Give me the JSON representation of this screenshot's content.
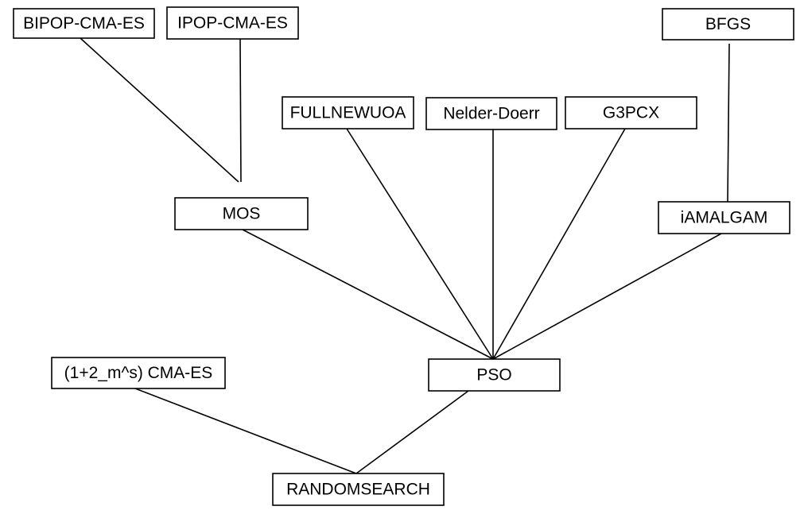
{
  "nodes": [
    {
      "id": "bipop",
      "label": "BIPOP-CMA-ES"
    },
    {
      "id": "ipop",
      "label": "IPOP-CMA-ES"
    },
    {
      "id": "bfgs",
      "label": "BFGS"
    },
    {
      "id": "fullnewuoa",
      "label": "FULLNEWUOA"
    },
    {
      "id": "nelder",
      "label": "Nelder-Doerr"
    },
    {
      "id": "g3pcx",
      "label": "G3PCX"
    },
    {
      "id": "mos",
      "label": "MOS"
    },
    {
      "id": "iamalgam",
      "label": "iAMALGAM"
    },
    {
      "id": "cmaes",
      "label": "(1+2_m^s) CMA-ES"
    },
    {
      "id": "pso",
      "label": "PSO"
    },
    {
      "id": "randomsearch",
      "label": "RANDOMSEARCH"
    }
  ],
  "edges": [
    {
      "from": "bipop",
      "to": "mos"
    },
    {
      "from": "ipop",
      "to": "mos"
    },
    {
      "from": "mos",
      "to": "pso"
    },
    {
      "from": "fullnewuoa",
      "to": "pso"
    },
    {
      "from": "nelder",
      "to": "pso"
    },
    {
      "from": "g3pcx",
      "to": "pso"
    },
    {
      "from": "bfgs",
      "to": "iamalgam"
    },
    {
      "from": "iamalgam",
      "to": "pso"
    },
    {
      "from": "cmaes",
      "to": "randomsearch"
    },
    {
      "from": "pso",
      "to": "randomsearch"
    }
  ],
  "colors": {
    "stroke": "#000000",
    "fill": "#ffffff",
    "text": "#000000"
  }
}
